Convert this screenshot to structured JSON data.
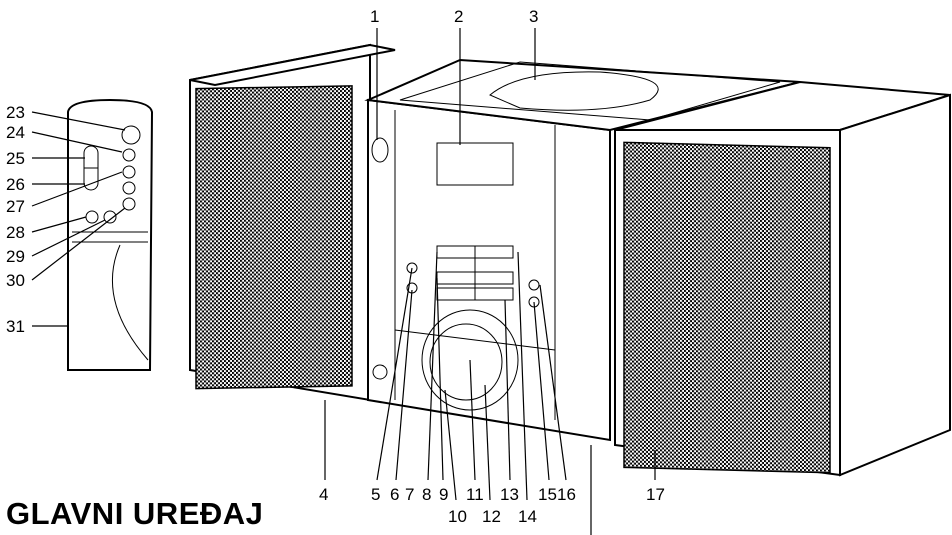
{
  "title": "GLAVNI UREĐAJ",
  "labels": {
    "l1": "1",
    "l2": "2",
    "l3": "3",
    "l4": "4",
    "l5": "5",
    "l6": "6",
    "l7": "7",
    "l8": "8",
    "l9": "9",
    "l10": "10",
    "l11": "11",
    "l12": "12",
    "l13": "13",
    "l14": "14",
    "l15": "15",
    "l16": "16",
    "l17": "17",
    "l23": "23",
    "l24": "24",
    "l25": "25",
    "l26": "26",
    "l27": "27",
    "l28": "28",
    "l29": "29",
    "l30": "30",
    "l31": "31"
  }
}
